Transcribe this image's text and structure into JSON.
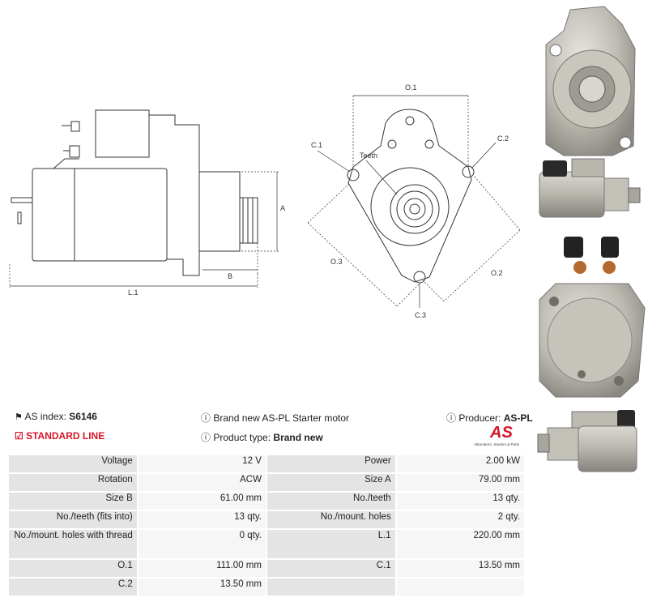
{
  "drawing": {
    "labels": {
      "A": "A",
      "B": "B",
      "L1": "L.1",
      "O1": "O.1",
      "O2": "O.2",
      "O3": "O.3",
      "C1": "C.1",
      "C2": "C.2",
      "C3": "C.3",
      "teeth": "Teeth"
    }
  },
  "info": {
    "as_index_label": "AS index:",
    "as_index_value": "S6146",
    "standard_line": "STANDARD LINE",
    "description": "Brand new AS-PL Starter motor",
    "product_type_label": "Product type:",
    "product_type_value": "Brand new",
    "producer_label": "Producer:",
    "producer_value": "AS-PL",
    "logo_text": "AS",
    "logo_sub": "Alternators, Starters & Parts"
  },
  "specs": {
    "rows": [
      [
        {
          "label": "Voltage",
          "value": "12 V"
        },
        {
          "label": "Power",
          "value": "2.00 kW"
        }
      ],
      [
        {
          "label": "Rotation",
          "value": "ACW"
        },
        {
          "label": "Size A",
          "value": "79.00 mm"
        }
      ],
      [
        {
          "label": "Size B",
          "value": "61.00 mm"
        },
        {
          "label": "No./teeth",
          "value": "13 qty."
        }
      ],
      [
        {
          "label": "No./teeth (fits into)",
          "value": "13 qty."
        },
        {
          "label": "No./mount. holes",
          "value": "2 qty."
        }
      ],
      [
        {
          "label": "No./mount. holes with thread",
          "value": "0 qty."
        },
        {
          "label": "L.1",
          "value": "220.00 mm"
        }
      ],
      [
        {
          "label": "O.1",
          "value": "111.00 mm"
        },
        {
          "label": "C.1",
          "value": "13.50 mm"
        }
      ],
      [
        {
          "label": "C.2",
          "value": "13.50 mm"
        },
        {
          "label": "",
          "value": ""
        }
      ]
    ]
  },
  "colors": {
    "accent_red": "#d6162b",
    "label_bg": "#e4e4e4",
    "value_bg": "#f6f6f6"
  }
}
